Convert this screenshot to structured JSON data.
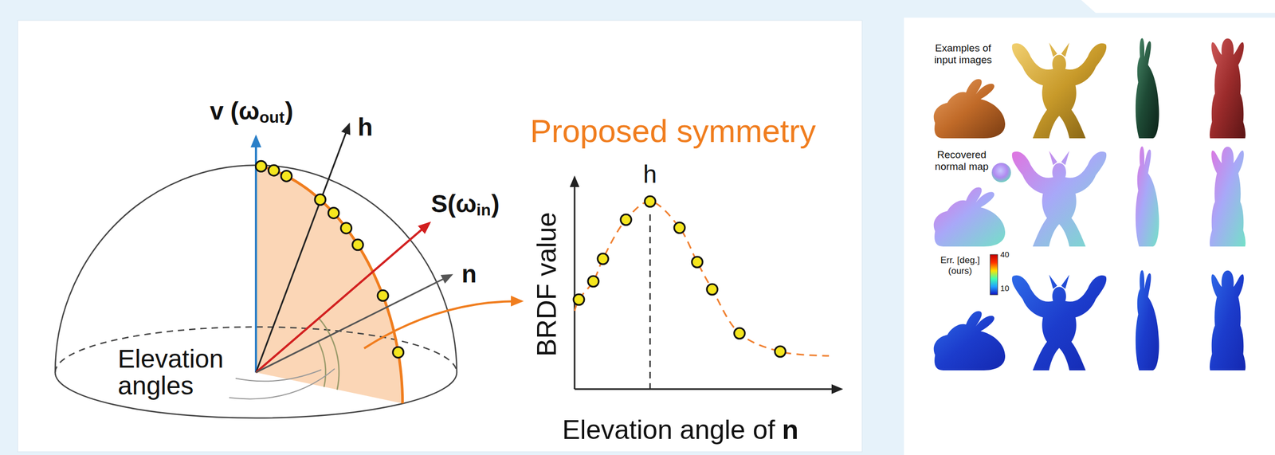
{
  "diagram": {
    "labels": [
      "v (ω",
      "out",
      ")",
      "h",
      "S(ω",
      "in",
      ")",
      "n",
      "Elevation angles",
      "Proposed symmetry",
      "h",
      "BRDF value",
      "Elevation angle of",
      "n",
      "Examples of input images",
      "Recovered normal map",
      "Err. [deg.] (ours)",
      "40",
      "10"
    ]
  }
}
